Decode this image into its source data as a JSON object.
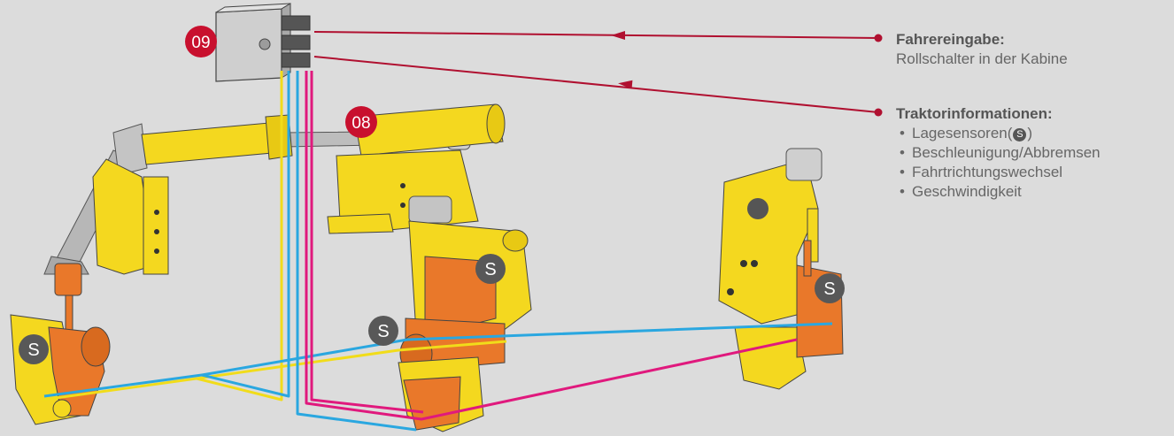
{
  "badges": {
    "controller": "09",
    "frame": "08"
  },
  "sensor_label": "S",
  "legend": {
    "driver": {
      "title": "Fahrereingabe:",
      "subtitle": "Rollschalter in der Kabine"
    },
    "tractor": {
      "title": "Traktorinformationen:",
      "item1_prefix": "Lagesensoren(",
      "item1_icon": "S",
      "item1_suffix": ")",
      "items": [
        "Beschleunigung/Abbremsen",
        "Fahrtrichtungswechsel",
        "Geschwindigkeit"
      ]
    },
    "bullet": "•"
  },
  "colors": {
    "accent_red": "#c8102e",
    "arrow_line": "#b01030",
    "cable_yellow": "#f1dc1a",
    "cable_blue": "#2aa7e0",
    "cable_magenta": "#e0197d",
    "machine_yellow": "#f4d81f",
    "machine_orange": "#e9782a",
    "steel_grey": "#a7a7a7",
    "sensor_grey": "#585858"
  }
}
